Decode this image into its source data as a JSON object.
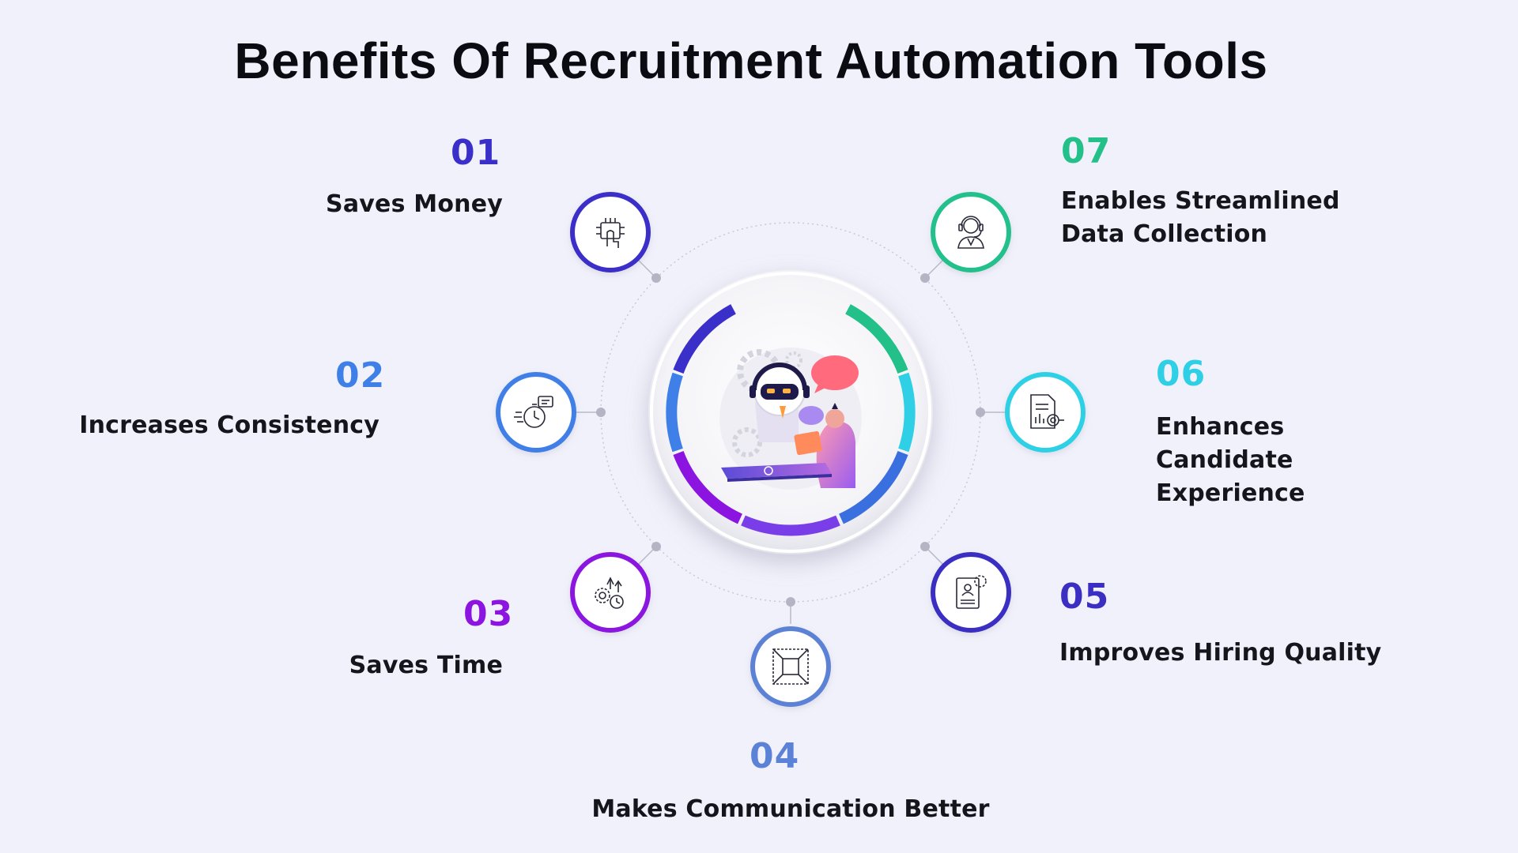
{
  "title": "Benefits Of Recruitment Automation Tools",
  "benefits": [
    {
      "number": "01",
      "label": "Saves Money",
      "color": "#3b2fc9",
      "icon": "chip-hand-icon"
    },
    {
      "number": "02",
      "label": "Increases Consistency",
      "color": "#3f7fe8",
      "icon": "stopwatch-chat-icon"
    },
    {
      "number": "03",
      "label": "Saves Time",
      "color": "#8b14e0",
      "icon": "gears-clock-icon"
    },
    {
      "number": "04",
      "label": "Makes Communication Better",
      "color": "#5b82d6",
      "icon": "frame-expand-icon"
    },
    {
      "number": "05",
      "label": "Improves Hiring Quality",
      "color": "#3a2fc2",
      "icon": "resume-gear-icon"
    },
    {
      "number": "06",
      "label": "Enhances Candidate Experience",
      "color": "#2fd0e6",
      "icon": "report-target-icon"
    },
    {
      "number": "07",
      "label": "Enables Streamlined Data Collection",
      "color": "#23c08a",
      "icon": "headset-agent-icon"
    }
  ]
}
